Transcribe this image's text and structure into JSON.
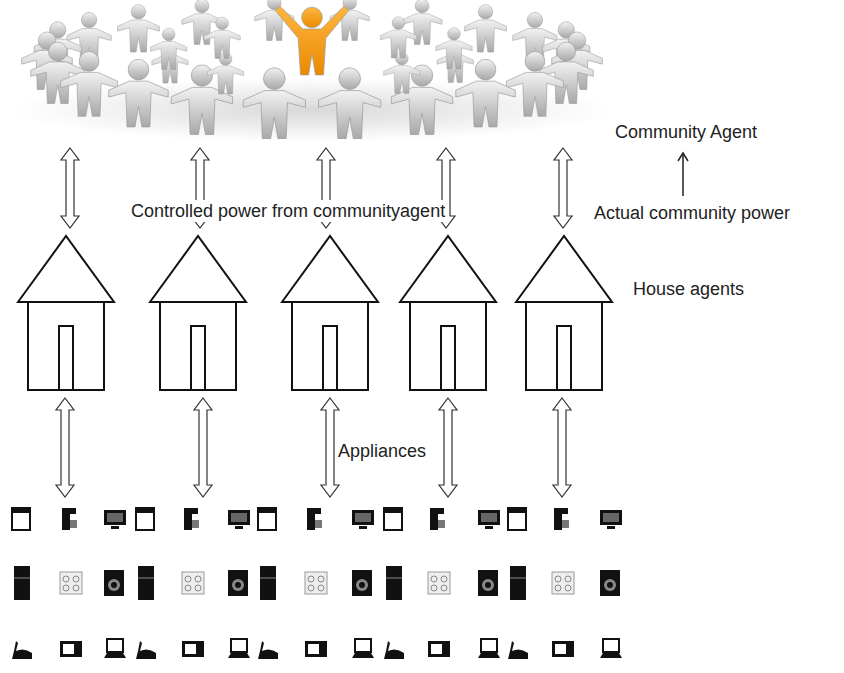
{
  "diagram": {
    "labels": [
      "Community Agent",
      "Controlled power from communityagent",
      "Actual community power",
      "House agents",
      "Appliances"
    ]
  }
}
